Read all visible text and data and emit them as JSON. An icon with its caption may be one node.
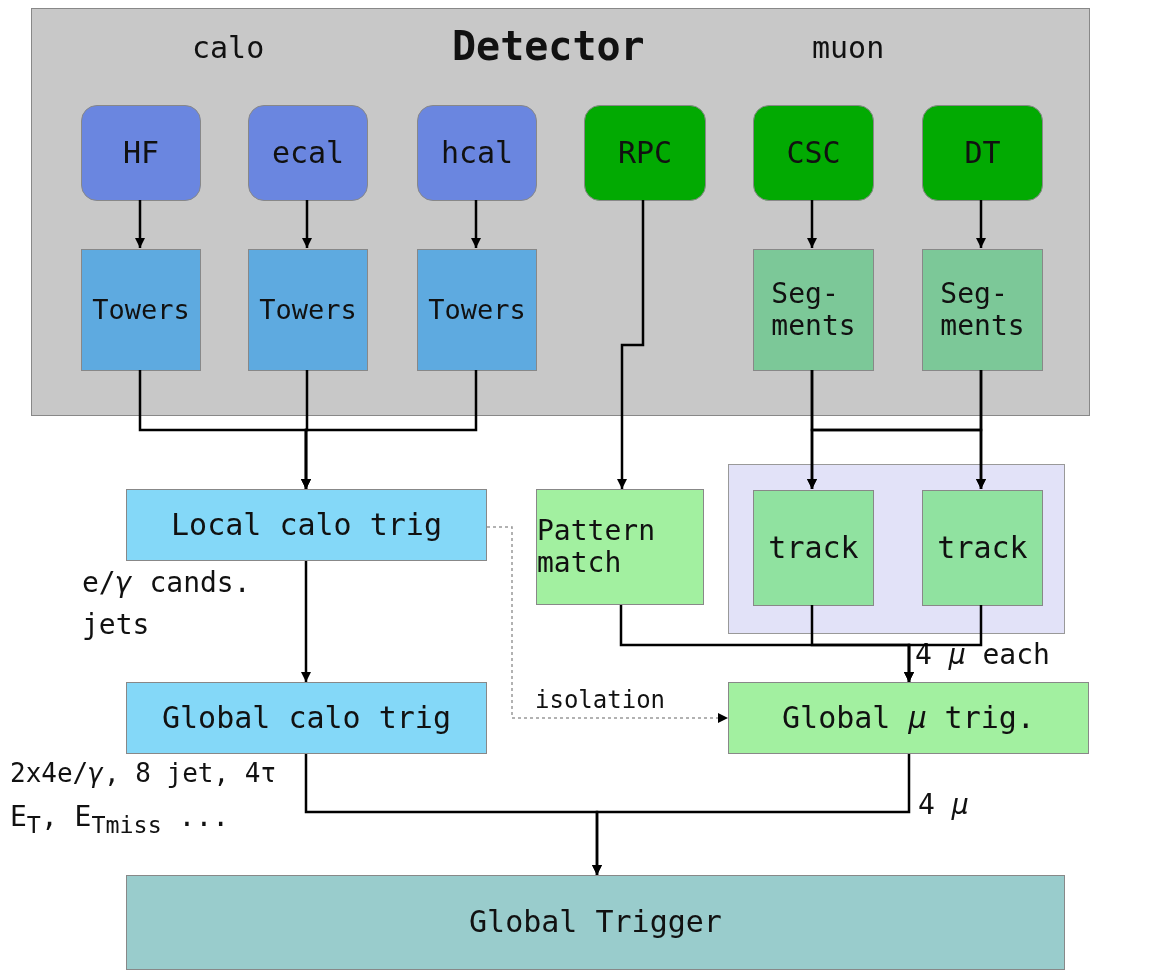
{
  "diagram": {
    "nodes": [
      {
        "text": [
          "calo",
          "Detector",
          "muon"
        ]
      },
      {
        "text": [
          "HF"
        ],
        "in": 0
      },
      {
        "text": [
          "ecal"
        ],
        "in": 0
      },
      {
        "text": [
          "hcal"
        ],
        "in": 0
      },
      {
        "text": [
          "RPC"
        ],
        "in": 0
      },
      {
        "text": [
          "CSC"
        ],
        "in": 0
      },
      {
        "text": [
          "DT"
        ],
        "in": 0
      },
      {
        "text": [
          "Towers"
        ],
        "in": 0
      },
      {
        "text": [
          "Towers"
        ],
        "in": 0
      },
      {
        "text": [
          "Towers"
        ],
        "in": 0
      },
      {
        "text": [
          "Seg- ments"
        ],
        "in": 0
      },
      {
        "text": [
          "Seg- ments"
        ],
        "in": 0
      },
      {
        "text": [
          "Local calo trig"
        ]
      },
      {
        "text": [
          "Pattern match"
        ]
      },
      {
        "text": [],
        "shape": "box"
      },
      {
        "text": [
          "track"
        ],
        "in": 14
      },
      {
        "text": [
          "track"
        ],
        "in": 14
      },
      {
        "text": [
          "Global calo trig"
        ]
      },
      {
        "text": [
          "Global *μ* trig."
        ]
      },
      {
        "text": [
          "Global Trigger"
        ]
      }
    ],
    "edges": [
      {
        "from": 1,
        "to": 7,
        "arrow": "to"
      },
      {
        "from": 2,
        "to": 8,
        "arrow": "to"
      },
      {
        "from": 3,
        "to": 9,
        "arrow": "to"
      },
      {
        "from": 5,
        "to": 10,
        "arrow": "to"
      },
      {
        "from": 6,
        "to": 11,
        "arrow": "to"
      },
      {
        "from": 7,
        "to": 12,
        "arrow": "to"
      },
      {
        "from": 8,
        "to": 12,
        "arrow": "to"
      },
      {
        "from": 9,
        "to": 12,
        "arrow": "to"
      },
      {
        "from": 4,
        "to": 13,
        "arrow": "to"
      },
      {
        "from": 10,
        "to": 15,
        "arrow": "to"
      },
      {
        "from": 10,
        "to": 16,
        "arrow": "to"
      },
      {
        "from": 11,
        "to": 15,
        "arrow": "to"
      },
      {
        "from": 11,
        "to": 16,
        "arrow": "to"
      },
      {
        "from": 13,
        "to": 18,
        "arrow": "to"
      },
      {
        "from": 15,
        "to": 18,
        "arrow": "to"
      },
      {
        "from": 16,
        "to": 18,
        "arrow": "to"
      },
      {
        "from": 12,
        "to": 17,
        "arrow": "to"
      },
      {
        "from": 12,
        "to": 18,
        "arrow": "to",
        "label": "isolation",
        "style": "dashed",
        "color": "#999999"
      },
      {
        "from": 17,
        "to": 19,
        "arrow": "to"
      },
      {
        "from": 18,
        "to": 19,
        "arrow": "to"
      }
    ],
    "labels": [
      "e/*γ* cands.",
      "jets",
      "4 *μ* each",
      "2x4e/*γ*, 8 jet, 4τ",
      "E$_{T}$, E$_{Tmiss}$ ...",
      "4 *μ*"
    ]
  }
}
